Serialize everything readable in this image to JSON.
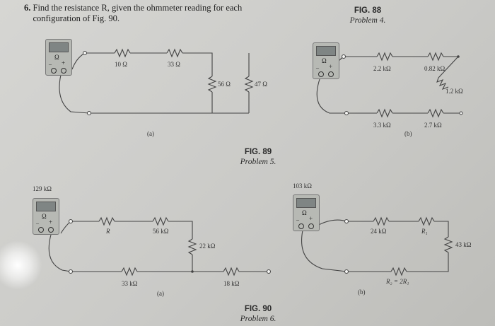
{
  "problem6": {
    "number": "6.",
    "text": "Find the resistance R, given the ohmmeter reading for each configuration of Fig. 90."
  },
  "fig88": {
    "title": "FIG. 88",
    "subtitle": "Problem 4."
  },
  "fig89": {
    "title": "FIG. 89",
    "subtitle": "Problem 5.",
    "a": {
      "label": "(a)",
      "r1": "10 Ω",
      "r2": "33 Ω",
      "r3": "56 Ω",
      "r4": "47 Ω"
    },
    "b": {
      "label": "(b)",
      "r1": "2.2 kΩ",
      "r2": "0.82 kΩ",
      "r3": "1.2 kΩ",
      "r4": "3.3 kΩ",
      "r5": "2.7 kΩ"
    }
  },
  "fig90": {
    "title": "FIG. 90",
    "subtitle": "Problem 6.",
    "a": {
      "label": "(a)",
      "reading": "129 kΩ",
      "r1": "R",
      "r2": "56 kΩ",
      "r3": "22 kΩ",
      "r4": "33 kΩ",
      "r5": "18 kΩ"
    },
    "b": {
      "label": "(b)",
      "reading": "103 kΩ",
      "r1": "24 kΩ",
      "r2": "R₁",
      "r3": "43 kΩ",
      "r4": "R₂ = 2R₁"
    }
  },
  "meter": {
    "symbol": "Ω",
    "minus": "–",
    "plus": "+"
  }
}
